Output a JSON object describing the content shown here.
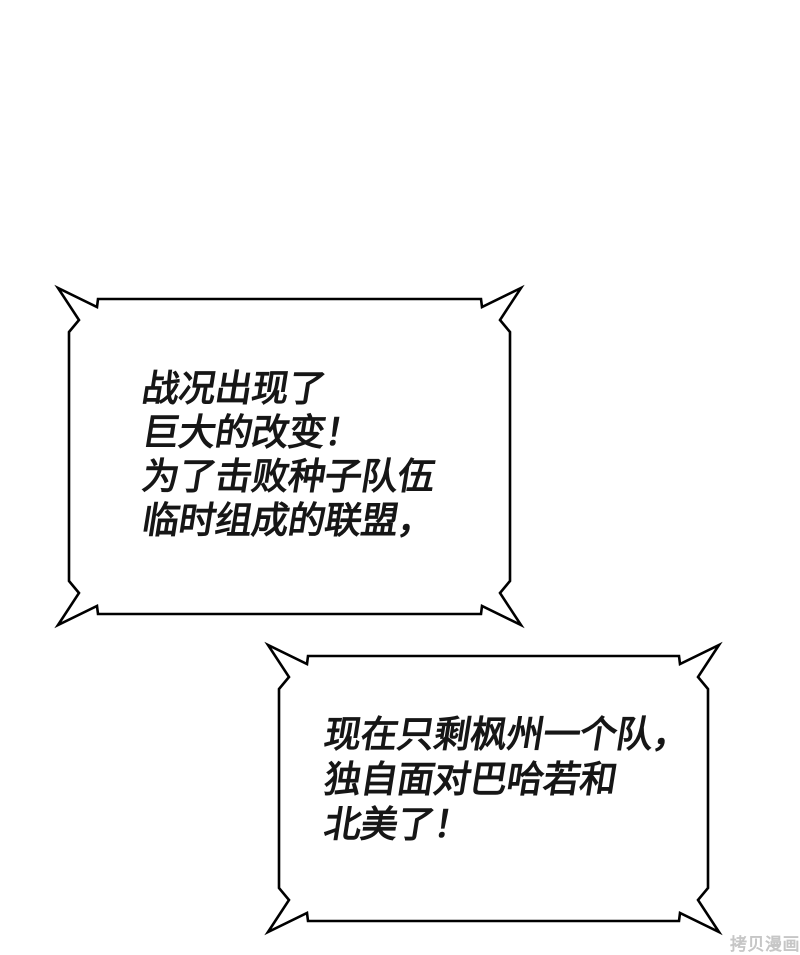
{
  "page": {
    "background": "#ffffff"
  },
  "colors": {
    "outline": "#000000",
    "bubble_fill": "#ffffff",
    "text": "#161616",
    "watermark": "#c6c6c6"
  },
  "bubbles": [
    {
      "id": "bubble-1",
      "lines": [
        "战况出现了",
        "巨大的改变！",
        "为了击败种子队伍",
        "临时组成的联盟，"
      ]
    },
    {
      "id": "bubble-2",
      "lines": [
        "现在只剩枫州一个队，",
        "独自面对巴哈若和",
        "北美了！"
      ]
    }
  ],
  "watermark": {
    "label": "拷贝漫画"
  }
}
